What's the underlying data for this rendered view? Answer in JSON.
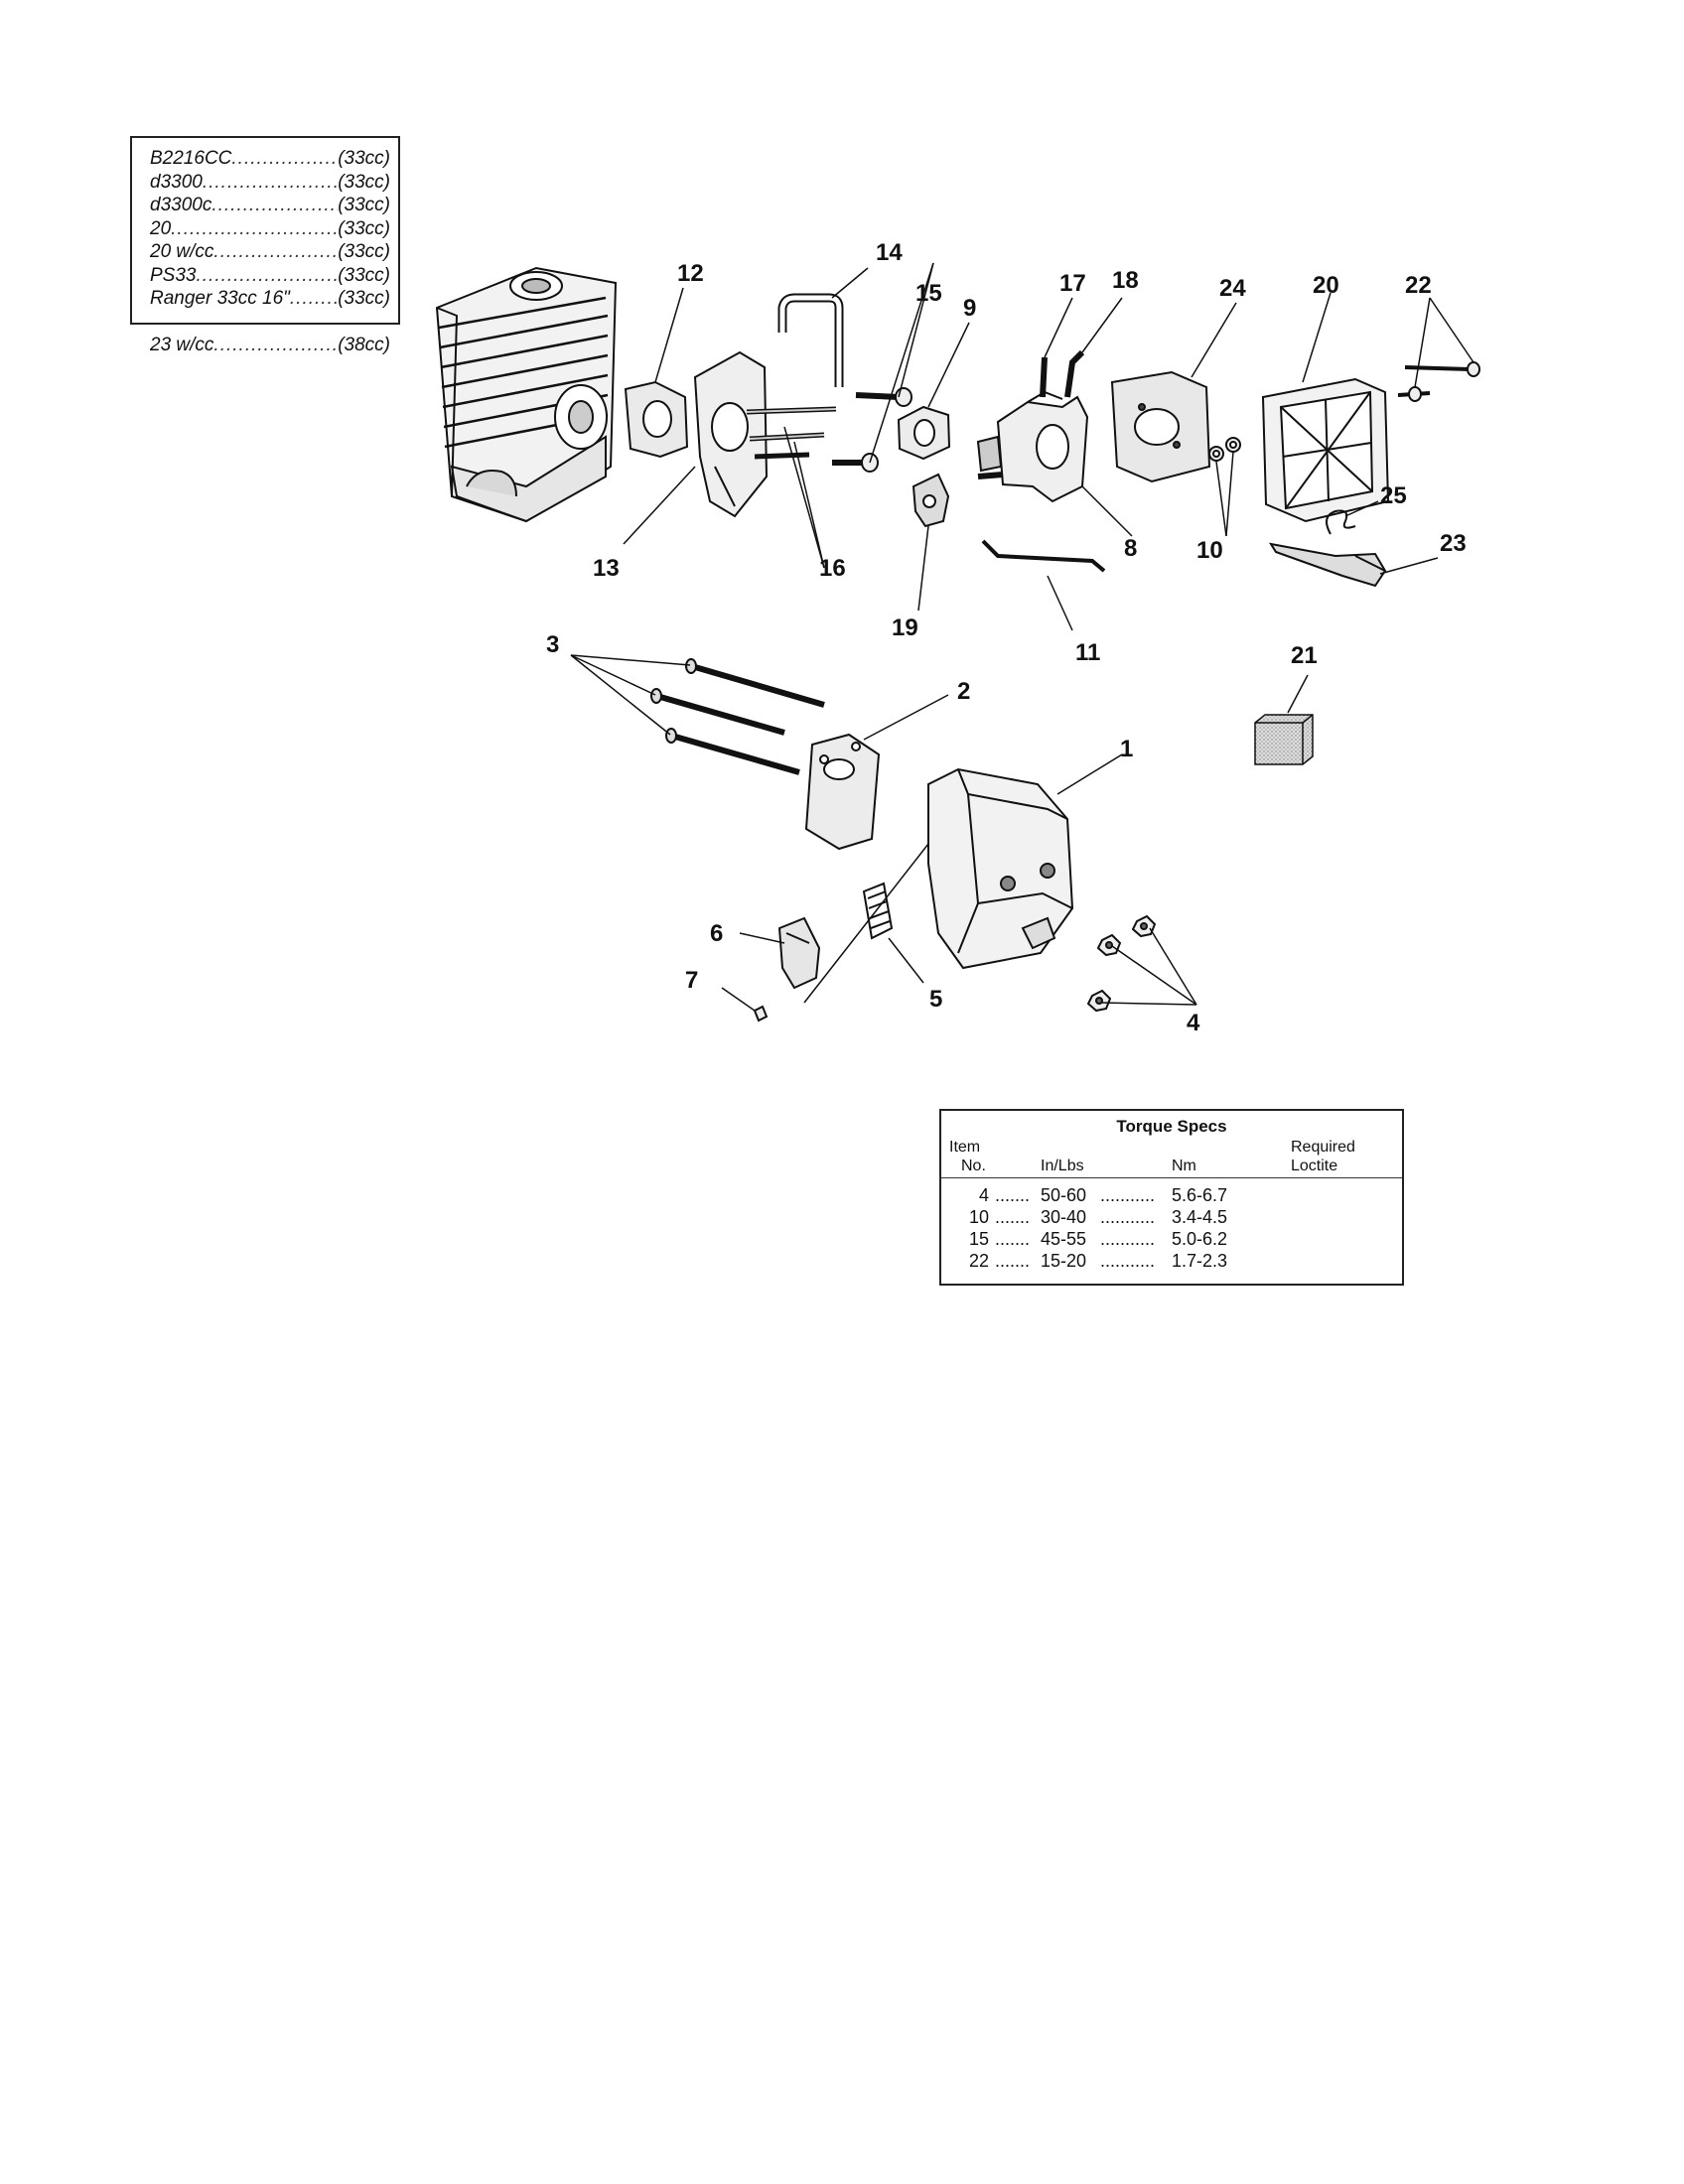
{
  "models": [
    {
      "name": "B2216CC",
      "size": "(33cc)"
    },
    {
      "name": "d3300",
      "size": "(33cc)"
    },
    {
      "name": "d3300c",
      "size": "(33cc)"
    },
    {
      "name": "20",
      "size": "(33cc)"
    },
    {
      "name": "20 w/cc",
      "size": "(33cc)"
    },
    {
      "name": "PS33",
      "size": "(33cc)"
    },
    {
      "name": "Ranger 33cc 16\"",
      "size": "(33cc)"
    },
    {
      "name": "23 w/cc",
      "size": "(38cc)"
    }
  ],
  "callouts": [
    "1",
    "2",
    "3",
    "4",
    "5",
    "6",
    "7",
    "8",
    "9",
    "10",
    "11",
    "12",
    "13",
    "14",
    "15",
    "16",
    "17",
    "18",
    "19",
    "20",
    "21",
    "22",
    "23",
    "24",
    "25"
  ],
  "torque": {
    "title": "Torque Specs",
    "item_label_1": "Item",
    "item_label_2": "No.",
    "inlbs_label": "In/Lbs",
    "nm_label": "Nm",
    "loctite_label_1": "Required",
    "loctite_label_2": "Loctite",
    "rows": [
      {
        "item": "4",
        "inlbs": "50-60",
        "nm": "5.6-6.7"
      },
      {
        "item": "10",
        "inlbs": "30-40",
        "nm": "3.4-4.5"
      },
      {
        "item": "15",
        "inlbs": "45-55",
        "nm": "5.0-6.2"
      },
      {
        "item": "22",
        "inlbs": "15-20",
        "nm": "1.7-2.3"
      }
    ]
  }
}
